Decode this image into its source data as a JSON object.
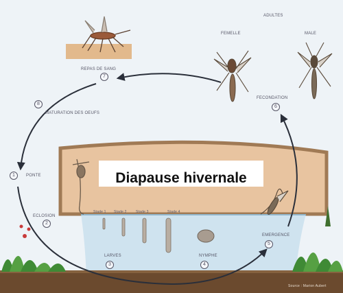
{
  "title_adults": "ADULTES",
  "female_label": "FEMELLE",
  "male_label": "MALE",
  "blood_meal_label": "REPAS DE SANG",
  "egg_maturation_label": "MATURATION DES OEUFS",
  "laying_label": "PONTE",
  "hatching_label": "ECLOSION",
  "larvae_label": "LARVES",
  "nymph_label": "NYMPHE",
  "emergence_label": "EMERGENCE",
  "fertilization_label": "FECONDATION",
  "stages": [
    "Stade 1",
    "Stade 2",
    "Stade 3",
    "Stade 4"
  ],
  "steps": {
    "laying": "1",
    "hatching": "2",
    "larvae": "3",
    "nymph": "4",
    "emergence": "5",
    "fertilization": "6",
    "blood_meal": "7",
    "maturation": "8"
  },
  "overlay_text": "Diapause hivernale",
  "credit": "Source : Marion Aubert",
  "colors": {
    "soil": "#e8c4a0",
    "soil_edge": "#a07a55",
    "water": "#cfe3ef",
    "ground": "#6b4a2e",
    "arrow": "#2a2f3a"
  }
}
